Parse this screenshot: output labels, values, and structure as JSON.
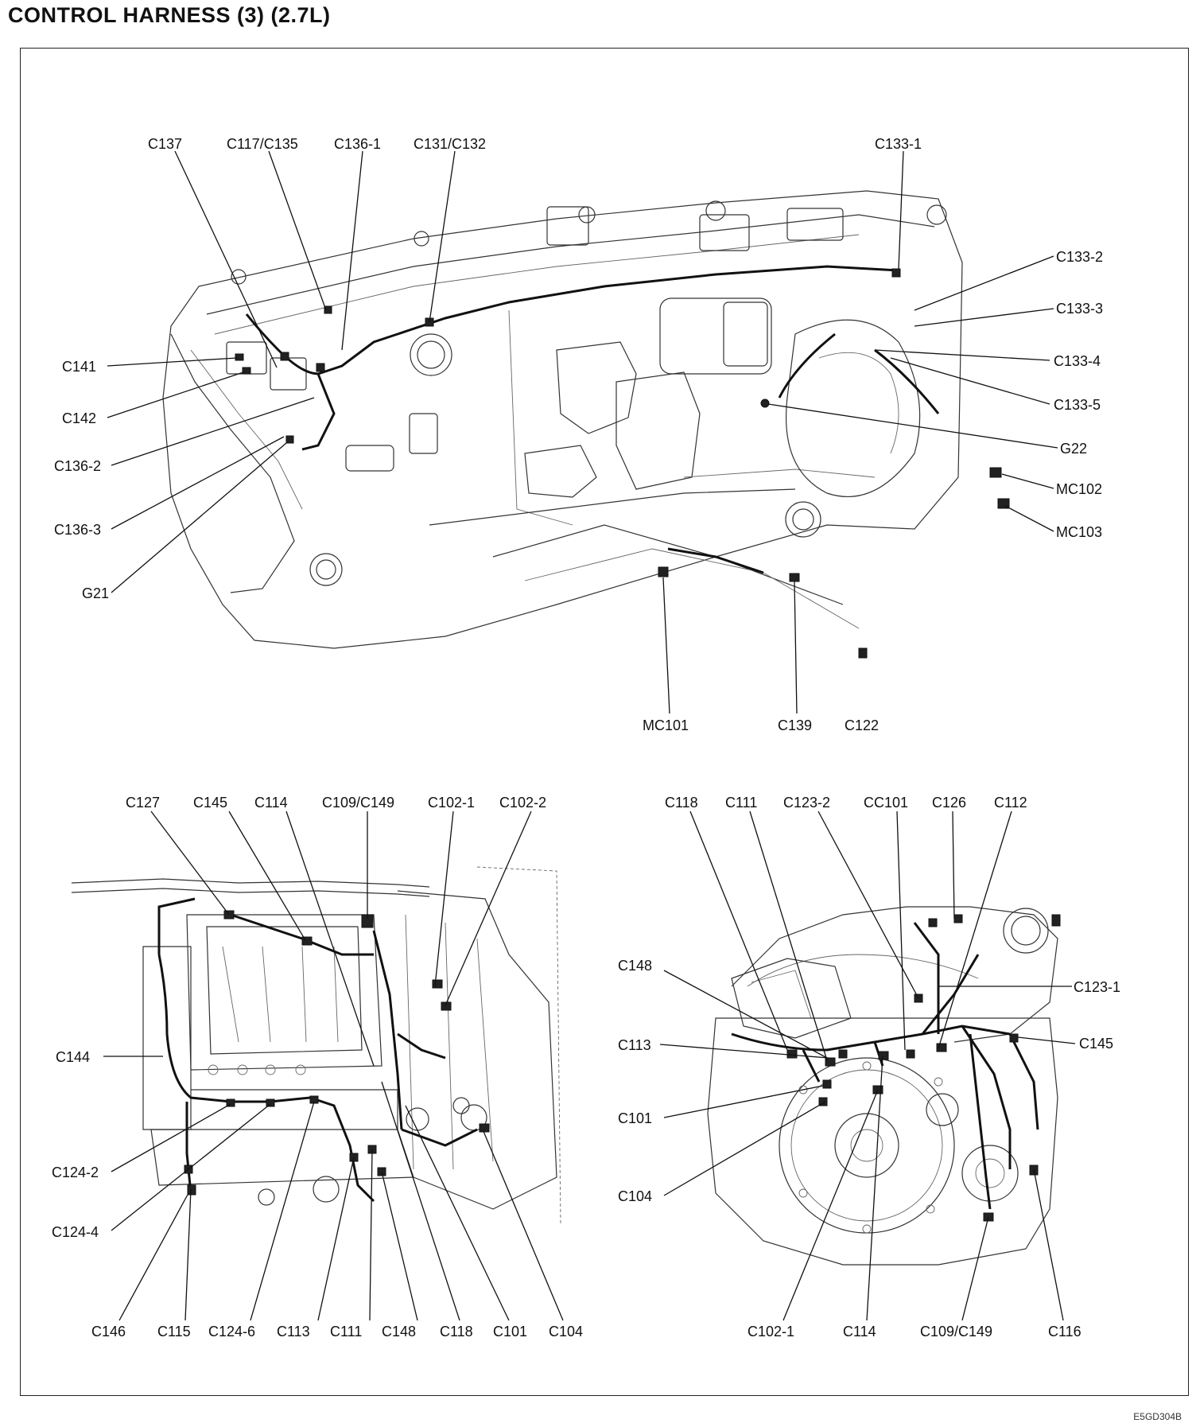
{
  "title": "CONTROL HARNESS (3) (2.7L)",
  "figure_code": "E5GD304B",
  "diagrams": {
    "dash": {
      "labels": [
        "C137",
        "C117/C135",
        "C136-1",
        "C131/C132",
        "C133-1",
        "C133-2",
        "C133-3",
        "C133-4",
        "C133-5",
        "G22",
        "MC102",
        "MC103",
        "C141",
        "C142",
        "C136-2",
        "C136-3",
        "G21",
        "MC101",
        "C139",
        "C122"
      ]
    },
    "engine": {
      "labels": [
        "C127",
        "C145",
        "C114",
        "C109/C149",
        "C102-1",
        "C102-2",
        "C144",
        "C124-2",
        "C124-4",
        "C146",
        "C115",
        "C124-6",
        "C113",
        "C111",
        "C148",
        "C118",
        "C101",
        "C104"
      ]
    },
    "transaxle": {
      "labels": [
        "C118",
        "C111",
        "C123-2",
        "CC101",
        "C126",
        "C112",
        "C148",
        "C123-1",
        "C113",
        "C145",
        "C101",
        "C104",
        "C102-1",
        "C114",
        "C109/C149",
        "C116"
      ]
    }
  }
}
